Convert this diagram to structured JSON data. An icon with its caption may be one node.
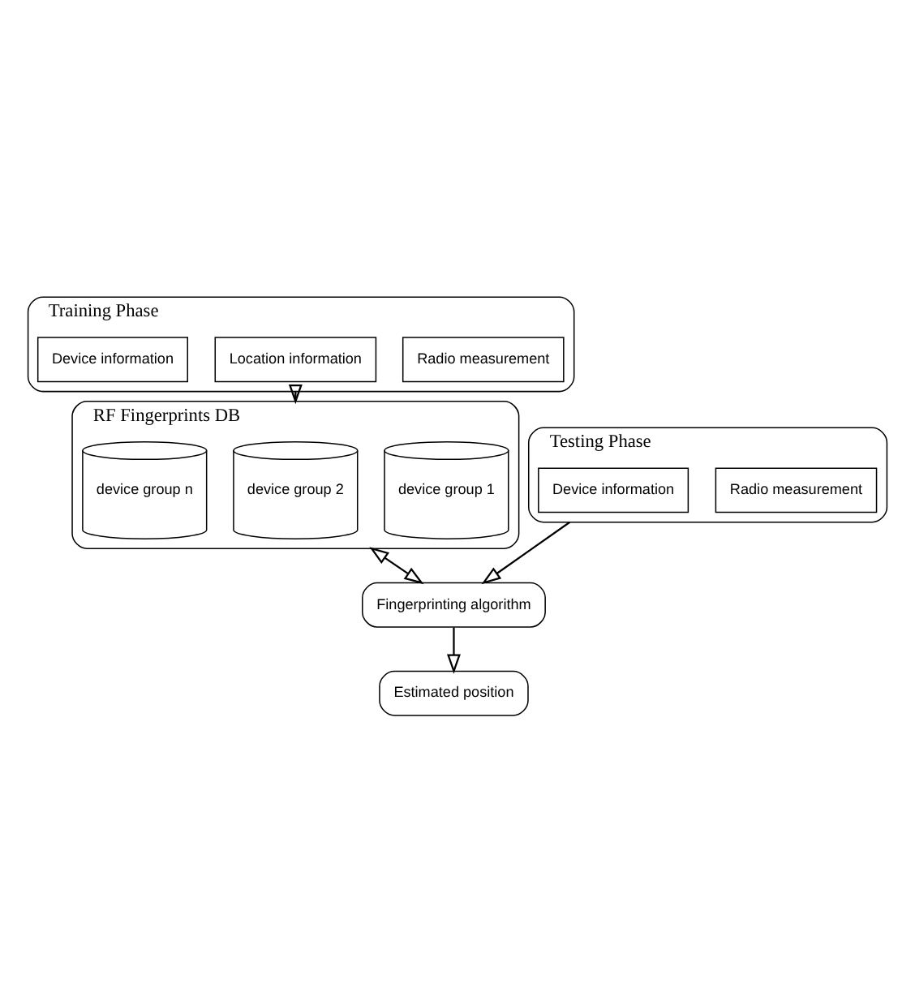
{
  "diagram": {
    "nodes": [
      {
        "text": [
          "Training Phase"
        ]
      },
      {
        "text": [
          "Radio measurement"
        ],
        "in": 0
      },
      {
        "text": [
          "Location information"
        ],
        "in": 0
      },
      {
        "text": [
          "Device information"
        ],
        "in": 0
      },
      {
        "text": [
          "RF Fingerprints DB"
        ]
      },
      {
        "text": [
          "device group 1"
        ],
        "in": 4
      },
      {
        "text": [
          "device group 2"
        ],
        "in": 4
      },
      {
        "text": [
          "device group n"
        ],
        "in": 4
      },
      {
        "text": [
          "Testing Phase"
        ]
      },
      {
        "text": [
          "Radio measurement"
        ],
        "in": 8
      },
      {
        "text": [
          "Device information"
        ],
        "in": 8
      },
      {
        "text": [
          "Fingerprinting algorithm"
        ]
      },
      {
        "text": [
          "Estimated position"
        ]
      }
    ],
    "edges": [
      {
        "from": 0,
        "to": 4,
        "arrow": "to"
      },
      {
        "from": 4,
        "to": 11,
        "arrow": "both"
      },
      {
        "from": 8,
        "to": 11,
        "arrow": "to"
      },
      {
        "from": 11,
        "to": 12,
        "arrow": "to"
      }
    ]
  }
}
